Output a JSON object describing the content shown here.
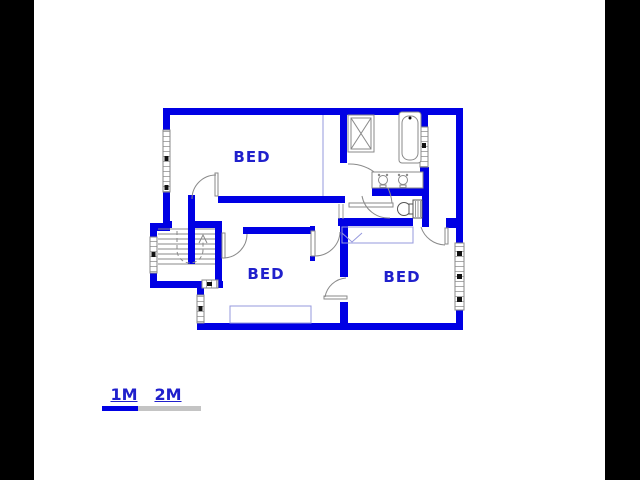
{
  "document_type": "floor-plan-drawing",
  "rooms": [
    {
      "name": "bedroom-top",
      "label": "BED"
    },
    {
      "name": "bedroom-middle",
      "label": "BED"
    },
    {
      "name": "bedroom-right",
      "label": "BED"
    }
  ],
  "fixtures": {
    "bathroom": [
      "shower",
      "bathtub",
      "double-sink",
      "toilet"
    ],
    "circulation": [
      "staircase-switchback-with-up-arrow"
    ],
    "furniture": [
      "bed-outline-middle-room",
      "closet-outline-right-room",
      "closet-divider-top-room"
    ]
  },
  "scale_bar": {
    "labels": [
      {
        "text": "1M"
      },
      {
        "text": "2M"
      }
    ]
  },
  "colors": {
    "wall": "#0000e4",
    "label_text": "#2020cc",
    "fixture_line": "#8a8a8a",
    "furniture_line": "#9598dd",
    "window_stripe": "#aaaaaa",
    "window_tick": "#111111",
    "scale_gray": "#c4c4c4",
    "bg": "#ffffff",
    "letterbox": "#000000"
  }
}
